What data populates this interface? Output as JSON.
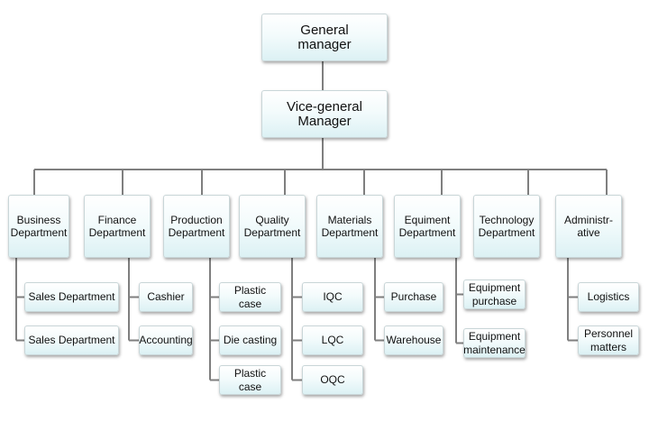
{
  "colors": {
    "connector": "#7f7f7f",
    "box_top": "#ffffff",
    "box_bottom": "#dcf1f4"
  },
  "general_manager": "General\nmanager",
  "vice_general_manager": "Vice-general\nManager",
  "departments": [
    {
      "label": "Business\nDepartment",
      "children": [
        "Sales  Department",
        "Sales  Department"
      ]
    },
    {
      "label": "Finance\nDepartment",
      "children": [
        "Cashier",
        "Accounting"
      ]
    },
    {
      "label": "Production\nDepartment",
      "children": [
        "Plastic case",
        "Die casting",
        "Plastic case"
      ]
    },
    {
      "label": "Quality\nDepartment",
      "children": [
        "IQC",
        "LQC",
        "OQC"
      ]
    },
    {
      "label": "Materials\nDepartment",
      "children": [
        "Purchase",
        "Warehouse"
      ]
    },
    {
      "label": "Equiment\nDepartment",
      "children": [
        "Equipment\npurchase",
        "Equipment\nmaintenance"
      ]
    },
    {
      "label": "Technology\nDepartment",
      "children": []
    },
    {
      "label": "Administr-\native",
      "children": [
        "Logistics",
        "Personnel\nmatters"
      ]
    }
  ]
}
